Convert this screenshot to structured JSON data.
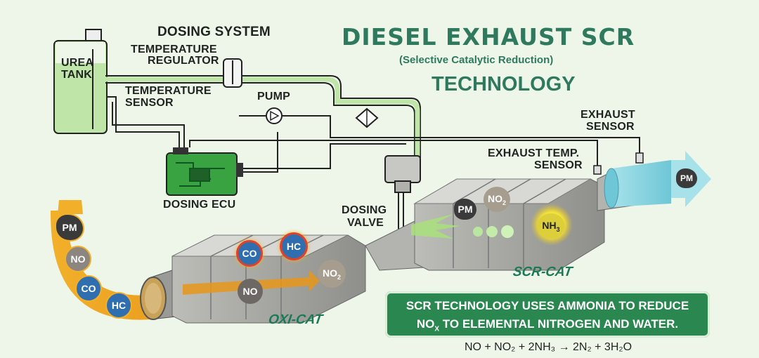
{
  "header": {
    "title": "DIESEL EXHAUST SCR",
    "subtitle": "(Selective Catalytic Reduction)",
    "technology": "TECHNOLOGY"
  },
  "labels": {
    "dosing_system": "DOSING SYSTEM",
    "temperature_regulator_1": "TEMPERATURE",
    "temperature_regulator_2": "REGULATOR",
    "urea_tank_1": "UREA",
    "urea_tank_2": "TANK",
    "temperature_sensor_1": "TEMPERATURE",
    "temperature_sensor_2": "SENSOR",
    "pump": "PUMP",
    "dosing_ecu": "DOSING ECU",
    "dosing_valve_1": "DOSING",
    "dosing_valve_2": "VALVE",
    "exhaust_sensor_1": "EXHAUST",
    "exhaust_sensor_2": "SENSOR",
    "exhaust_temp_sensor_1": "EXHAUST TEMP.",
    "exhaust_temp_sensor_2": "SENSOR",
    "oxi_cat": "OXI-CAT",
    "scr_cat": "SCR-CAT"
  },
  "pollutants": {
    "pm": "PM",
    "no": "NO",
    "co": "CO",
    "hc": "HC",
    "no2": "NO",
    "no2_sub": "2",
    "nh3": "NH",
    "nh3_sub": "3"
  },
  "info": {
    "line1": "SCR TECHNOLOGY USES AMMONIA TO REDUCE",
    "line2_a": "NO",
    "line2_sub": "X",
    "line2_b": " TO ELEMENTAL NITROGEN AND WATER.",
    "equation": "NO + NO₂ + 2NH₃ → 2N₂ + 3H₂O"
  },
  "colors": {
    "background": "#eef6ea",
    "accent_green": "#2f7a5e",
    "info_box": "#2a8750",
    "urea_fluid": "#bfe6a8",
    "exhaust_flow": "#f0a81c",
    "outlet_flow": "#7fd3e0",
    "ecu_board": "#3aa341"
  }
}
